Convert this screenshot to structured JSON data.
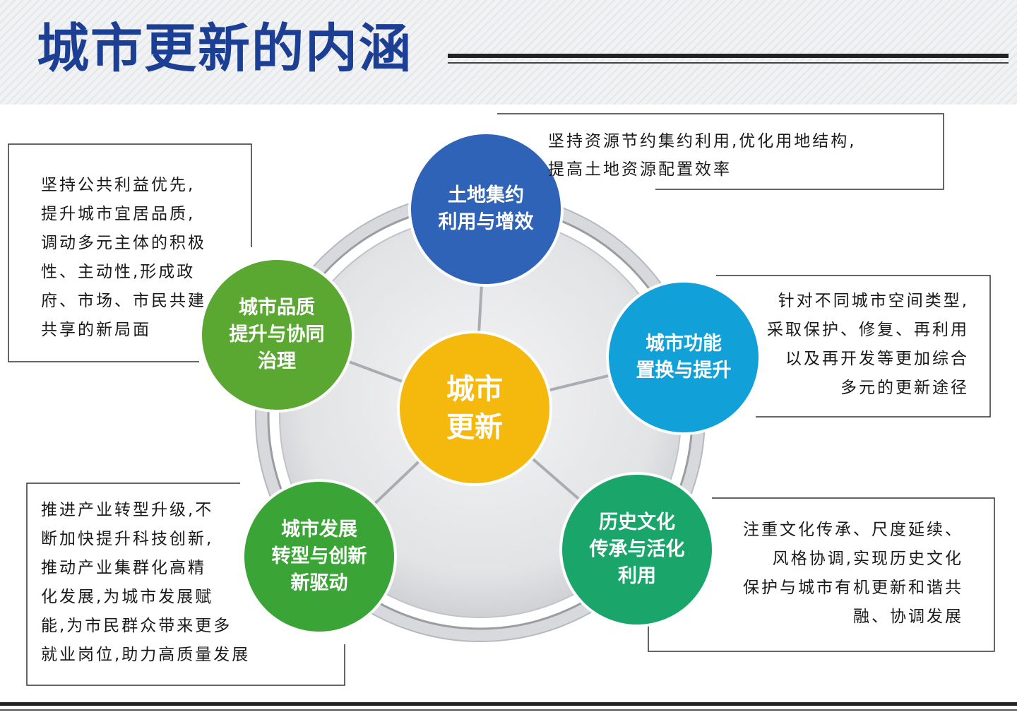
{
  "title": "城市更新的内涵",
  "center": {
    "label": "城市\n更新",
    "color": "#f5b80c"
  },
  "nodes": [
    {
      "id": "land",
      "label": "土地集约\n利用与增效",
      "color": "#2f63b7"
    },
    {
      "id": "function",
      "label": "城市功能\n置换与提升",
      "color": "#12a0d8"
    },
    {
      "id": "heritage",
      "label": "历史文化\n传承与活化\n利用",
      "color": "#1aa56a"
    },
    {
      "id": "development",
      "label": "城市发展\n转型与创新\n新驱动",
      "color": "#3aa536"
    },
    {
      "id": "quality",
      "label": "城市品质\n提升与协同\n治理",
      "color": "#5aa832"
    }
  ],
  "boxes": {
    "land": "坚持资源节约集约利用,优化用地结构,\n提高土地资源配置效率",
    "function": "针对不同城市空间类型,\n采取保护、修复、再利用\n以及再开发等更加综合\n多元的更新途径",
    "heritage": "注重文化传承、尺度延续、\n风格协调,实现历史文化\n保护与城市有机更新和谐共\n融、协调发展",
    "development": "推进产业转型升级,不\n断加快提升科技创新,\n推动产业集群化高精\n化发展,为城市发展赋\n能,为市民群众带来更多\n就业岗位,助力高质量发展",
    "quality": "坚持公共利益优先,\n提升城市宜居品质,\n调动多元主体的积极\n性、主动性,形成政\n府、市场、市民共建\n共享的新局面"
  }
}
